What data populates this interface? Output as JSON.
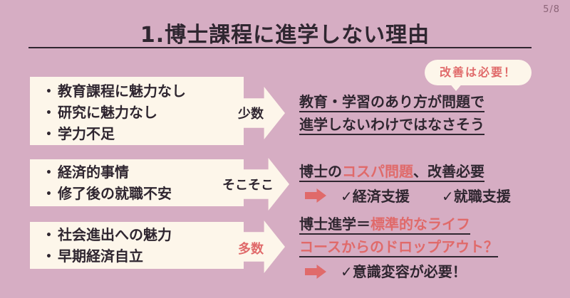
{
  "slide": {
    "page_number": "5/8",
    "title": "1.博士課程に進学しない理由"
  },
  "reason_groups": [
    {
      "items": [
        "教育課程に魅力なし",
        "研究に魅力なし",
        "学力不足"
      ],
      "count_label": "少数",
      "result_lines": [
        "教育・学習のあり方が問題で",
        "進学しないわけではなさそう"
      ]
    },
    {
      "items": [
        "経済的事情",
        "修了後の就職不安"
      ],
      "count_label": "そこそこ",
      "result_line1_prefix": "博士の",
      "result_line1_highlight": "コスパ問題",
      "result_line1_suffix": "、改善必要",
      "checks": [
        "✓経済支援",
        "✓就職支援"
      ]
    },
    {
      "items": [
        "社会進出への魅力",
        "早期経済自立"
      ],
      "count_label": "多数",
      "result_line1_prefix": "博士進学＝",
      "result_line1_highlight": "標準的なライフ",
      "result_line2_highlight": "コースからのドロップアウト？",
      "checks": [
        "✓意識変容が必要！"
      ]
    }
  ],
  "callout": {
    "text": "改善は必要！"
  },
  "bullet_glyph": "•",
  "colors": {
    "background": "#d6adc3",
    "box": "#fdf6ea",
    "accent": "#e06a6a",
    "text": "#2f2630"
  }
}
